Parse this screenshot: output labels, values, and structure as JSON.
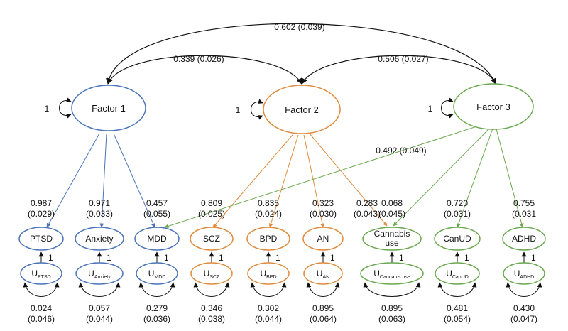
{
  "colors": {
    "factor1": "#4a73b8",
    "factor2": "#e08a3c",
    "factor3": "#6aa84f",
    "text": "#111111",
    "arrow": "#111111"
  },
  "factors": [
    {
      "id": "f1",
      "label": "Factor 1",
      "variance_label": "1",
      "color": "#4a73b8"
    },
    {
      "id": "f2",
      "label": "Factor 2",
      "variance_label": "1",
      "color": "#e08a3c"
    },
    {
      "id": "f3",
      "label": "Factor 3",
      "variance_label": "1",
      "color": "#6aa84f"
    }
  ],
  "covariances": [
    {
      "id": "f1f3",
      "label": "0.602 (0.039)"
    },
    {
      "id": "f1f2",
      "label": "0.339 (0.026)"
    },
    {
      "id": "f2f3",
      "label": "0.506 (0.027)"
    }
  ],
  "cross_loading": {
    "factor": "f3",
    "indicator": "mdd",
    "label": "0.492 (0.049)"
  },
  "indicators": [
    {
      "id": "ptsd",
      "label": "PTSD",
      "factor": "f1",
      "loading_est": "0.987",
      "loading_se": "(0.029)",
      "u_main": "U",
      "u_sub": "PTSD",
      "u_path": "1",
      "resid_est": "0.024",
      "resid_se": "(0.046)"
    },
    {
      "id": "anxiety",
      "label": "Anxiety",
      "factor": "f1",
      "loading_est": "0.971",
      "loading_se": "(0.033)",
      "u_main": "U",
      "u_sub": "Anxiety",
      "u_path": "1",
      "resid_est": "0.057",
      "resid_se": "(0.044)"
    },
    {
      "id": "mdd",
      "label": "MDD",
      "factor": "f1",
      "loading_est": "0.457",
      "loading_se": "(0.055)",
      "u_main": "U",
      "u_sub": "MDD",
      "u_path": "1",
      "resid_est": "0.279",
      "resid_se": "(0.036)"
    },
    {
      "id": "scz",
      "label": "SCZ",
      "factor": "f2",
      "loading_est": "0.809",
      "loading_se": "(0.025)",
      "u_main": "U",
      "u_sub": "SCZ",
      "u_path": "1",
      "resid_est": "0.346",
      "resid_se": "(0.038)"
    },
    {
      "id": "bpd",
      "label": "BPD",
      "factor": "f2",
      "loading_est": "0.835",
      "loading_se": "(0.024)",
      "u_main": "U",
      "u_sub": "BPD",
      "u_path": "1",
      "resid_est": "0.302",
      "resid_se": "(0.044)"
    },
    {
      "id": "an",
      "label": "AN",
      "factor": "f2",
      "loading_est": "0.323",
      "loading_se": "(0.030)",
      "u_main": "U",
      "u_sub": "AN",
      "u_path": "1",
      "resid_est": "0.895",
      "resid_se": "(0.064)"
    },
    {
      "id": "cannabis",
      "label": "Cannabis",
      "label2": "use",
      "factor": "f3",
      "loading_est": "0.068",
      "loading_se": "(0.045)",
      "u_main": "U",
      "u_sub": "Cannabis use",
      "u_path": "1",
      "resid_est": "0.895",
      "resid_se": "(0.063)"
    },
    {
      "id": "canud",
      "label": "CanUD",
      "factor": "f3",
      "loading_est": "0.720",
      "loading_se": "(0.031)",
      "u_main": "U",
      "u_sub": "CanUD",
      "u_path": "1",
      "resid_est": "0.481",
      "resid_se": "(0.054)"
    },
    {
      "id": "adhd",
      "label": "ADHD",
      "factor": "f3",
      "loading_est": "0.755",
      "loading_se": "(0.031",
      "u_main": "U",
      "u_sub": "ADHD",
      "u_path": "1",
      "resid_est": "0.430",
      "resid_se": "(0.047)"
    }
  ],
  "f2_extra_loading": {
    "target": "cannabis",
    "loading_est": "0.283",
    "loading_se": "(0.043)"
  }
}
